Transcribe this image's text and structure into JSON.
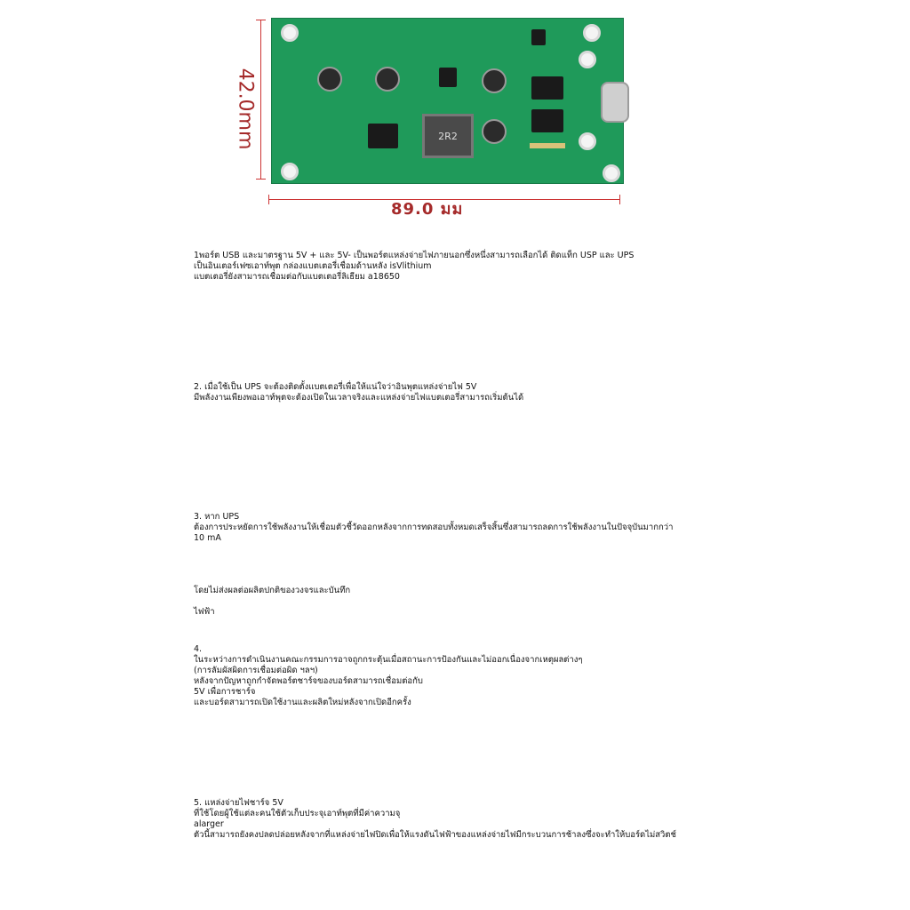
{
  "figure": {
    "width_label": "89.0 มม",
    "height_label": "42.0mm",
    "inductor_label": "2R2"
  },
  "sections": [
    {
      "id": "s1",
      "lines": [
        "1พอร์ต USB และมาตรฐาน 5V + และ 5V- เป็นพอร์ตแหล่งจ่ายไฟภายนอกซึ่งหนึ่งสามารถเลือกได้ ติดแท็ก USP และ UPS",
        "เป็นอินเตอร์เฟซเอาท์พุต กล่องแบตเตอรี่เชื่อมด้านหลัง isVlithium",
        "แบตเตอรี่ยังสามารถเชื่อมต่อกับแบตเตอรี่ลิเธียม a18650"
      ]
    },
    {
      "id": "s2",
      "lines": [
        "2. เมื่อใช้เป็น UPS จะต้องติดตั้งแบตเตอรี่เพื่อให้แน่ใจว่าอินพุตแหล่งจ่ายไฟ 5V",
        "มีพลังงานเพียงพอเอาท์พุตจะต้องเปิดในเวลาจริงและแหล่งจ่ายไฟแบตเตอรี่สามารถเริ่มต้นได้"
      ]
    },
    {
      "id": "s3",
      "lines": [
        "3. หาก UPS",
        "ต้องการประหยัดการใช้พลังงานให้เชื่อมตัวชี้วัดออกหลังจากการทดสอบทั้งหมดเสร็จสิ้นซึ่งสามารถลดการใช้พลังงานในปัจจุบันมากกว่า",
        "10 mA"
      ]
    },
    {
      "id": "s3b",
      "lines": [
        "โดยไม่ส่งผลต่อผลิตปกติของวงจรและบันทึก",
        "",
        "ไฟฟ้า"
      ]
    },
    {
      "id": "s4",
      "lines": [
        "4.",
        "ในระหว่างการดำเนินงานคณะกรรมการอาจถูกกระตุ้นเมื่อสถานะการป้องกันและไม่ออกเนื่องจากเหตุผลต่างๆ",
        "(การลัมผัสผิดการเชื่อมต่อผิด ฯลฯ)",
        "หลังจากปัญหาถูกกำจัดพอร์ตชาร์จของบอร์ดสามารถเชื่อมต่อกับ",
        "5V เพื่อการชาร์จ",
        "และบอร์ดสามารถเปิดใช้งานและผลิตใหม่หลังจากเปิดอีกครั้ง"
      ]
    },
    {
      "id": "s5",
      "lines": [
        "5. แหล่งจ่ายไฟชาร์จ 5V",
        "ที่ใช้โดยผู้ใช้แต่ละคนใช้ตัวเก็บประจุเอาท์พุตที่มีค่าความจุ",
        "alarger",
        "ตัวนี้สามารถยังคงปลดปล่อยหลังจากที่แหล่งจ่ายไฟปิดเพื่อให้แรงดันไฟฟ้าของแหล่งจ่ายไฟมีกระบวนการช้าลงซึ่งจะทำให้บอร์ดไม่สวิตช์"
      ]
    }
  ]
}
